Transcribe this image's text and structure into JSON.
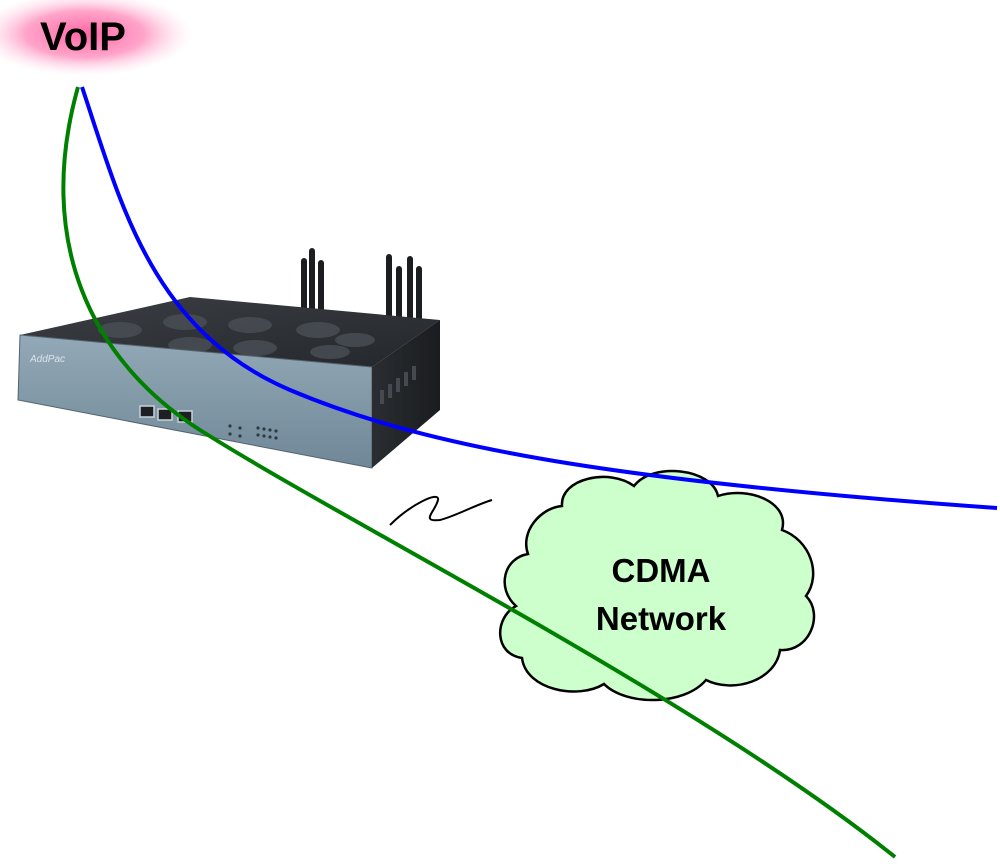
{
  "title_badge": {
    "label": "VoIP",
    "text_color": "#000000",
    "glow_color": "#ff6fa8"
  },
  "cloud": {
    "line1": "CDMA",
    "line2": "Network",
    "fill_color": "#ccffcc",
    "stroke_color": "#000000"
  },
  "links": {
    "voip_line_color": "#0000ff",
    "pstn_line_color": "#008000"
  },
  "device": {
    "brand_text": "AddPac",
    "icon": "voip-gateway-icon"
  },
  "wireless_icon": "wireless-link-icon"
}
